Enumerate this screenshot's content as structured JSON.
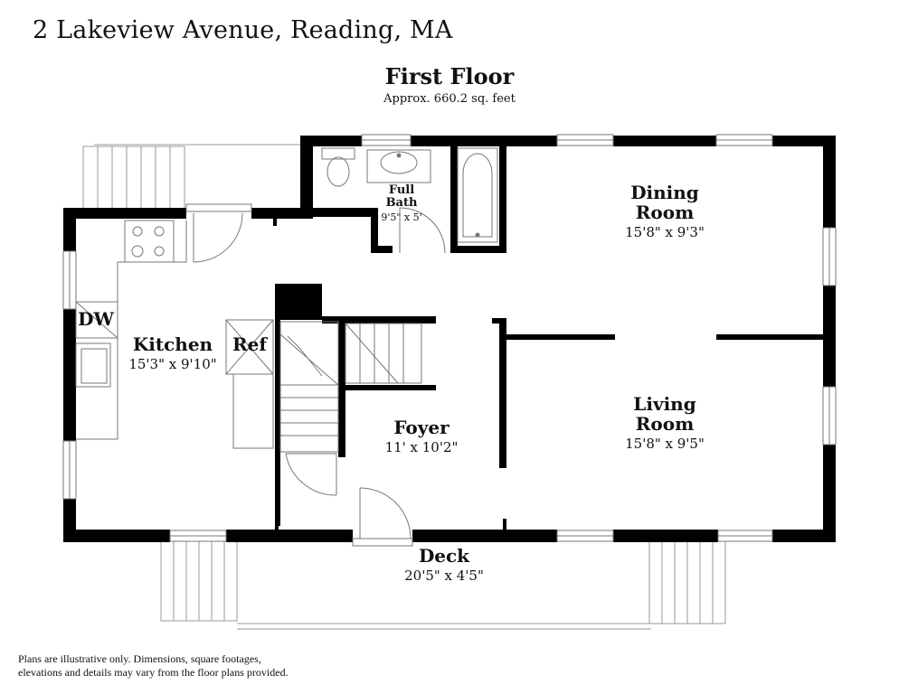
{
  "address": "2 Lakeview Avenue, Reading, MA",
  "floor": {
    "title": "First Floor",
    "area": "Approx. 660.2 sq. feet"
  },
  "rooms": {
    "dining": {
      "name_line1": "Dining",
      "name_line2": "Room",
      "dims": "15'8\" x 9'3\""
    },
    "living": {
      "name_line1": "Living",
      "name_line2": "Room",
      "dims": "15'8\" x 9'5\""
    },
    "kitchen": {
      "name": "Kitchen",
      "dims": "15'3\" x 9'10\""
    },
    "foyer": {
      "name": "Foyer",
      "dims": "11' x 10'2\""
    },
    "bath": {
      "name_line1": "Full",
      "name_line2": "Bath",
      "dims": "9'5\" x 5'"
    },
    "deck": {
      "name": "Deck",
      "dims": "20'5\" x 4'5\""
    }
  },
  "fixtures": {
    "refrigerator": "Ref",
    "dishwasher": "DW"
  },
  "disclaimer": {
    "line1": "Plans are illustrative only. Dimensions, square footages,",
    "line2": "elevations and details may vary from the floor plans provided."
  }
}
